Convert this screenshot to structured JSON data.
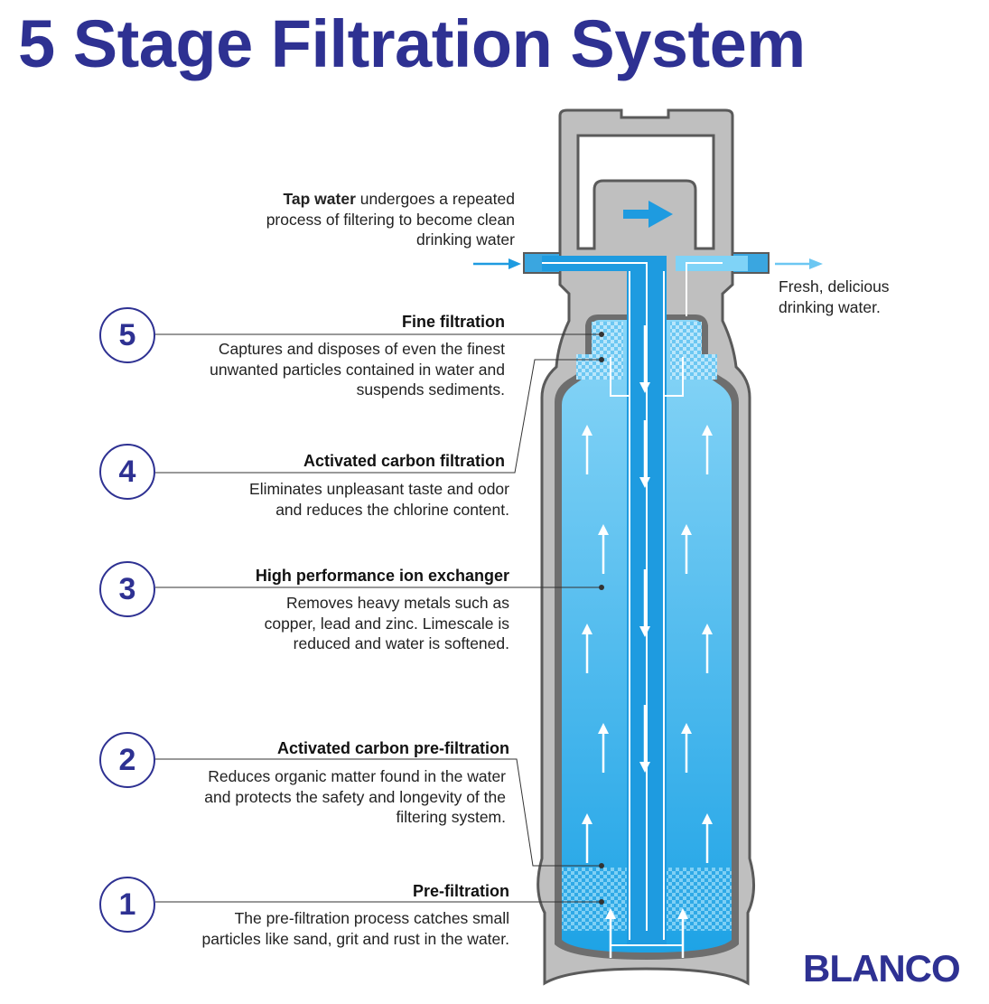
{
  "title": "5 Stage Filtration System",
  "intro": {
    "bold": "Tap water",
    "line1": " undergoes a repeated",
    "line2": "process of filtering to become clean",
    "line3": "drinking water"
  },
  "outlet": {
    "line1": "Fresh, delicious",
    "line2": "drinking water."
  },
  "stages": [
    {
      "number": "5",
      "name": "Fine filtration",
      "lines": [
        "Captures and disposes of even the finest",
        "unwanted particles contained in water and",
        "suspends sediments."
      ]
    },
    {
      "number": "4",
      "name": "Activated carbon filtration",
      "lines": [
        "Eliminates unpleasant taste and odor",
        "and reduces the chlorine content."
      ]
    },
    {
      "number": "3",
      "name": "High performance ion exchanger",
      "lines": [
        "Removes heavy metals such as",
        "copper, lead and zinc. Limescale is",
        "reduced and water is softened."
      ]
    },
    {
      "number": "2",
      "name": "Activated carbon pre-filtration",
      "lines": [
        "Reduces organic matter found in the water",
        "and protects the safety and longevity of the",
        "filtering system."
      ]
    },
    {
      "number": "1",
      "name": "Pre-filtration",
      "lines": [
        "The pre-filtration process catches small",
        "particles like sand, grit and rust in the water."
      ]
    }
  ],
  "brand": "BLANCO",
  "colors": {
    "title": "#2e3192",
    "housing": "#bfbfbf",
    "housing_outline": "#5a5a5a",
    "water_top": "#8ad6f7",
    "water_bottom": "#1ea3e6",
    "flow_arrow": "#1e9be0"
  },
  "icons": [
    "flow-arrow-icon",
    "inlet-arrow-icon",
    "outlet-arrow-icon"
  ]
}
